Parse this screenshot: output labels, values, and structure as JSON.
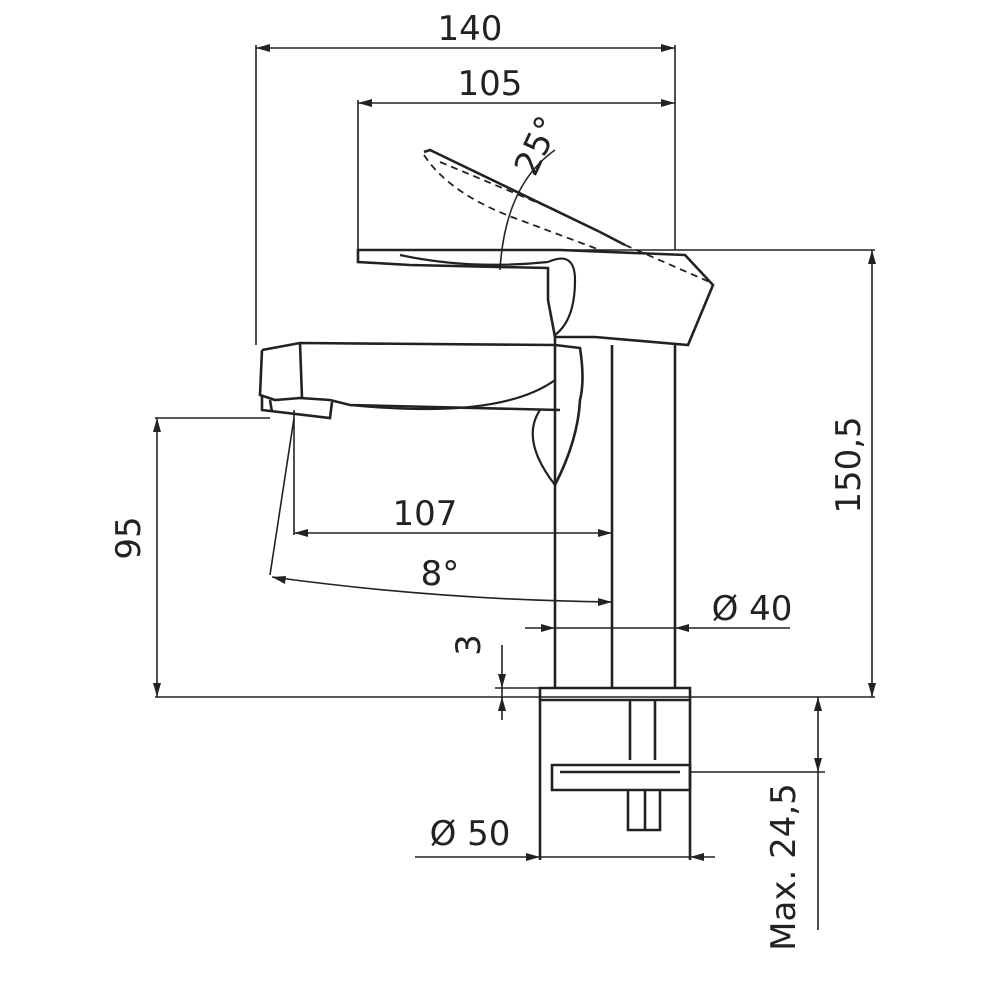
{
  "dimensions": {
    "overall_width": "140",
    "handle_width": "105",
    "handle_angle": "25°",
    "total_height": "150,5",
    "spout_height": "95",
    "spout_reach": "107",
    "spout_angle": "8°",
    "body_diameter": "Ø 40",
    "base_thickness": "3",
    "base_diameter": "Ø 50",
    "max_deck_thickness": "Max. 24,5"
  }
}
